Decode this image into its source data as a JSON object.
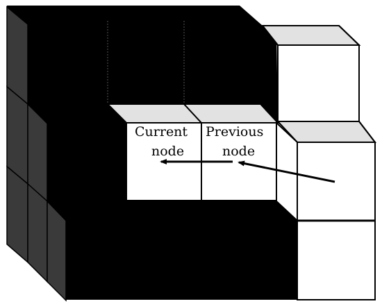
{
  "nodes": {
    "current": {
      "label_line1": "Current",
      "label_line2": "node"
    },
    "previous": {
      "label_line1": "Previous",
      "label_line2": "node"
    }
  },
  "arrows": [
    {
      "name": "move-arrow-to-previous",
      "from": "outer-cube",
      "to": "previous-node"
    },
    {
      "name": "move-arrow-to-current",
      "from": "previous-node",
      "to": "current-node"
    }
  ],
  "colors": {
    "solid_block": "#000000",
    "side_face": "#3a3a3a",
    "top_face": "#e2e2e2",
    "empty_front": "#ffffff",
    "edge": "#000000"
  }
}
